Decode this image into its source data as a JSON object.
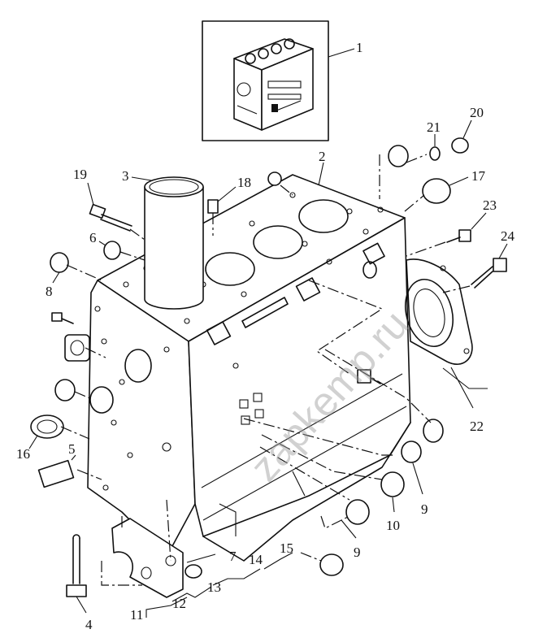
{
  "watermark": "zapkemp.ru",
  "callouts": [
    {
      "id": "c1",
      "text": "1"
    },
    {
      "id": "c2",
      "text": "2"
    },
    {
      "id": "c3",
      "text": "3"
    },
    {
      "id": "c4",
      "text": "4"
    },
    {
      "id": "c5",
      "text": "5"
    },
    {
      "id": "c6",
      "text": "6"
    },
    {
      "id": "c7",
      "text": "7"
    },
    {
      "id": "c8",
      "text": "8"
    },
    {
      "id": "c9a",
      "text": "9"
    },
    {
      "id": "c9b",
      "text": "9"
    },
    {
      "id": "c10",
      "text": "10"
    },
    {
      "id": "c11",
      "text": "11"
    },
    {
      "id": "c12",
      "text": "12"
    },
    {
      "id": "c13",
      "text": "13"
    },
    {
      "id": "c14",
      "text": "14"
    },
    {
      "id": "c15",
      "text": "15"
    },
    {
      "id": "c16",
      "text": "16"
    },
    {
      "id": "c17",
      "text": "17"
    },
    {
      "id": "c18",
      "text": "18"
    },
    {
      "id": "c19",
      "text": "19"
    },
    {
      "id": "c20",
      "text": "20"
    },
    {
      "id": "c21",
      "text": "21"
    },
    {
      "id": "c22",
      "text": "22"
    },
    {
      "id": "c23",
      "text": "23"
    },
    {
      "id": "c24",
      "text": "24"
    }
  ]
}
